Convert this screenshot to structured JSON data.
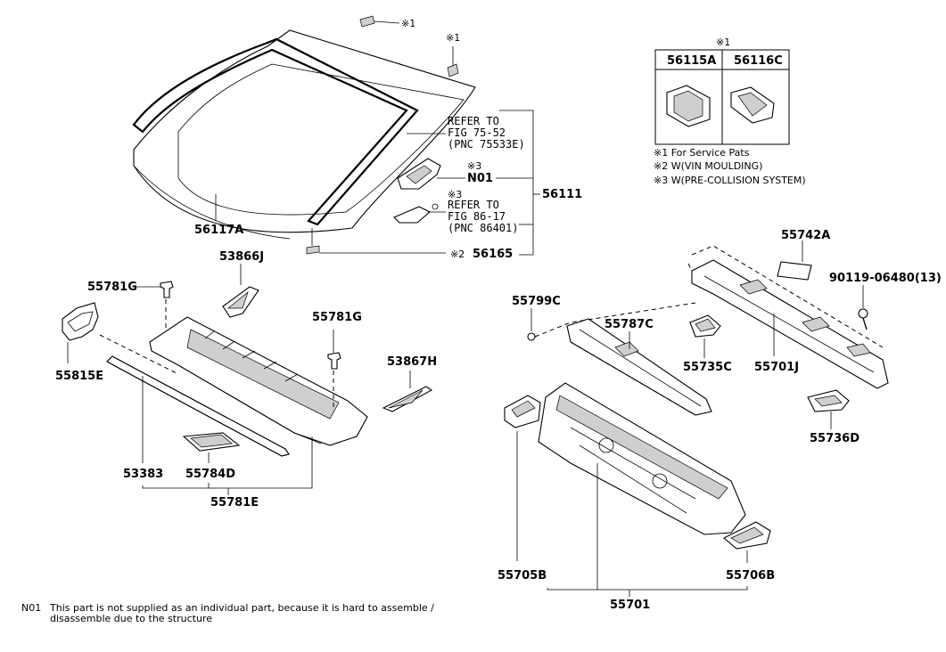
{
  "labels": {
    "p56117a": "56117A",
    "p56111": "56111",
    "p56165": "56165",
    "n01": "N01",
    "p55781g_left": "55781G",
    "p55781g_right": "55781G",
    "p53866j": "53866J",
    "p55815e": "55815E",
    "p53867h": "53867H",
    "p53383": "53383",
    "p55784d": "55784D",
    "p55781e": "55781E",
    "p55742a": "55742A",
    "p90119": "90119-06480(13)",
    "p55799c": "55799C",
    "p55787c": "55787C",
    "p55735c": "55735C",
    "p55701j": "55701J",
    "p55736d": "55736D",
    "p55705b": "55705B",
    "p55706b": "55706B",
    "p55701": "55701"
  },
  "marks": {
    "k1": "※1",
    "k2": "※2",
    "k3": "※3"
  },
  "refer1": [
    "REFER TO",
    "FIG 75-52",
    "(PNC 75533E)"
  ],
  "refer2": [
    "REFER TO",
    "FIG 86-17",
    "(PNC 86401)"
  ],
  "legend_table": {
    "header_mark": "※1",
    "col1": "56115A",
    "col2": "56116C"
  },
  "notes": [
    "※1 For Service Pats",
    "※2 W(VIN MOULDING)",
    "※3 W(PRE-COLLISION SYSTEM)"
  ],
  "footnote": {
    "code": "N01",
    "line1": "This part is not supplied as an individual part, because it is hard to assemble /",
    "line2": "disassemble due to the structure"
  }
}
